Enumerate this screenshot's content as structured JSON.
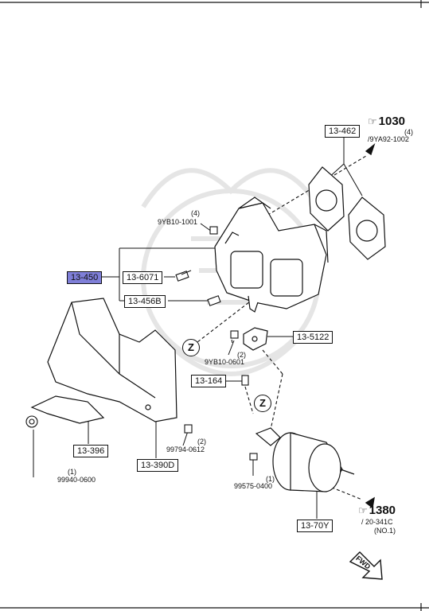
{
  "parts": {
    "p13_450": "13-450",
    "p13_6071": "13-6071",
    "p13_456B": "13-456B",
    "p13_462": "13-462",
    "p13_5122": "13-5122",
    "p13_164": "13-164",
    "p13_396": "13-396",
    "p13_390D": "13-390D",
    "p13_70Y": "13-70Y"
  },
  "bolts": {
    "b9YB10_1001": "9YB10-1001",
    "b9YB10_1001_qty": "(4)",
    "b9YB10_0601": "9YB10-0601",
    "b9YB10_0601_qty": "(2)",
    "b99794_0612": "99794-0612",
    "b99794_0612_qty": "(2)",
    "b99940_0600": "99940-0600",
    "b99940_0600_qty": "(1)",
    "b99575_0400": "99575-0400",
    "b99575_0400_qty": "(1)"
  },
  "refs": {
    "r1030": "1030",
    "r1030_qty": "(4)",
    "r1030_sub": "/9YA92-1002",
    "r1380": "1380",
    "r1380_sub": "/ 20-341C",
    "r1380_note": "(NO.1)"
  },
  "marks": {
    "z1": "Z",
    "z2": "Z",
    "fwd": "FWD"
  },
  "icons": {
    "reference": "pointing-hand-icon",
    "direction": "forward-arrow-icon"
  },
  "colors": {
    "highlight": "#7f7fd8",
    "line": "#111111",
    "watermark": "#e3e3e3"
  }
}
